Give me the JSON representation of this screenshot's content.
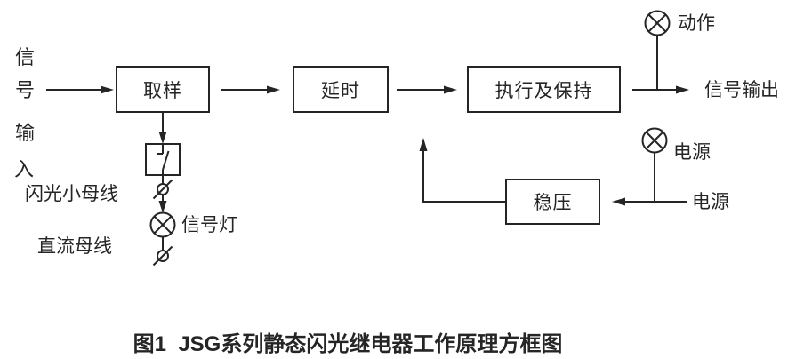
{
  "colors": {
    "ink": "#252525",
    "background": "#ffffff"
  },
  "input_vertical": {
    "chars": [
      "信",
      "号",
      "输",
      "入"
    ]
  },
  "blocks": {
    "sampling": "取样",
    "delay": "延时",
    "execute_hold": "执行及保持",
    "regulator": "稳压"
  },
  "labels": {
    "flash_bus": "闪光小母线",
    "dc_bus": "直流母线",
    "signal_lamp": "信号灯",
    "action": "动作",
    "signal_output": "信号输出",
    "power_lamp": "电源",
    "power_source": "电源"
  },
  "icons": {
    "lamp": "indicator-lamp (circle with X)",
    "terminal": "terminal-link (circle with slash)",
    "contact": "normally-open-contact"
  },
  "caption": "图1  JSG系列静态闪光继电器工作原理方框图"
}
